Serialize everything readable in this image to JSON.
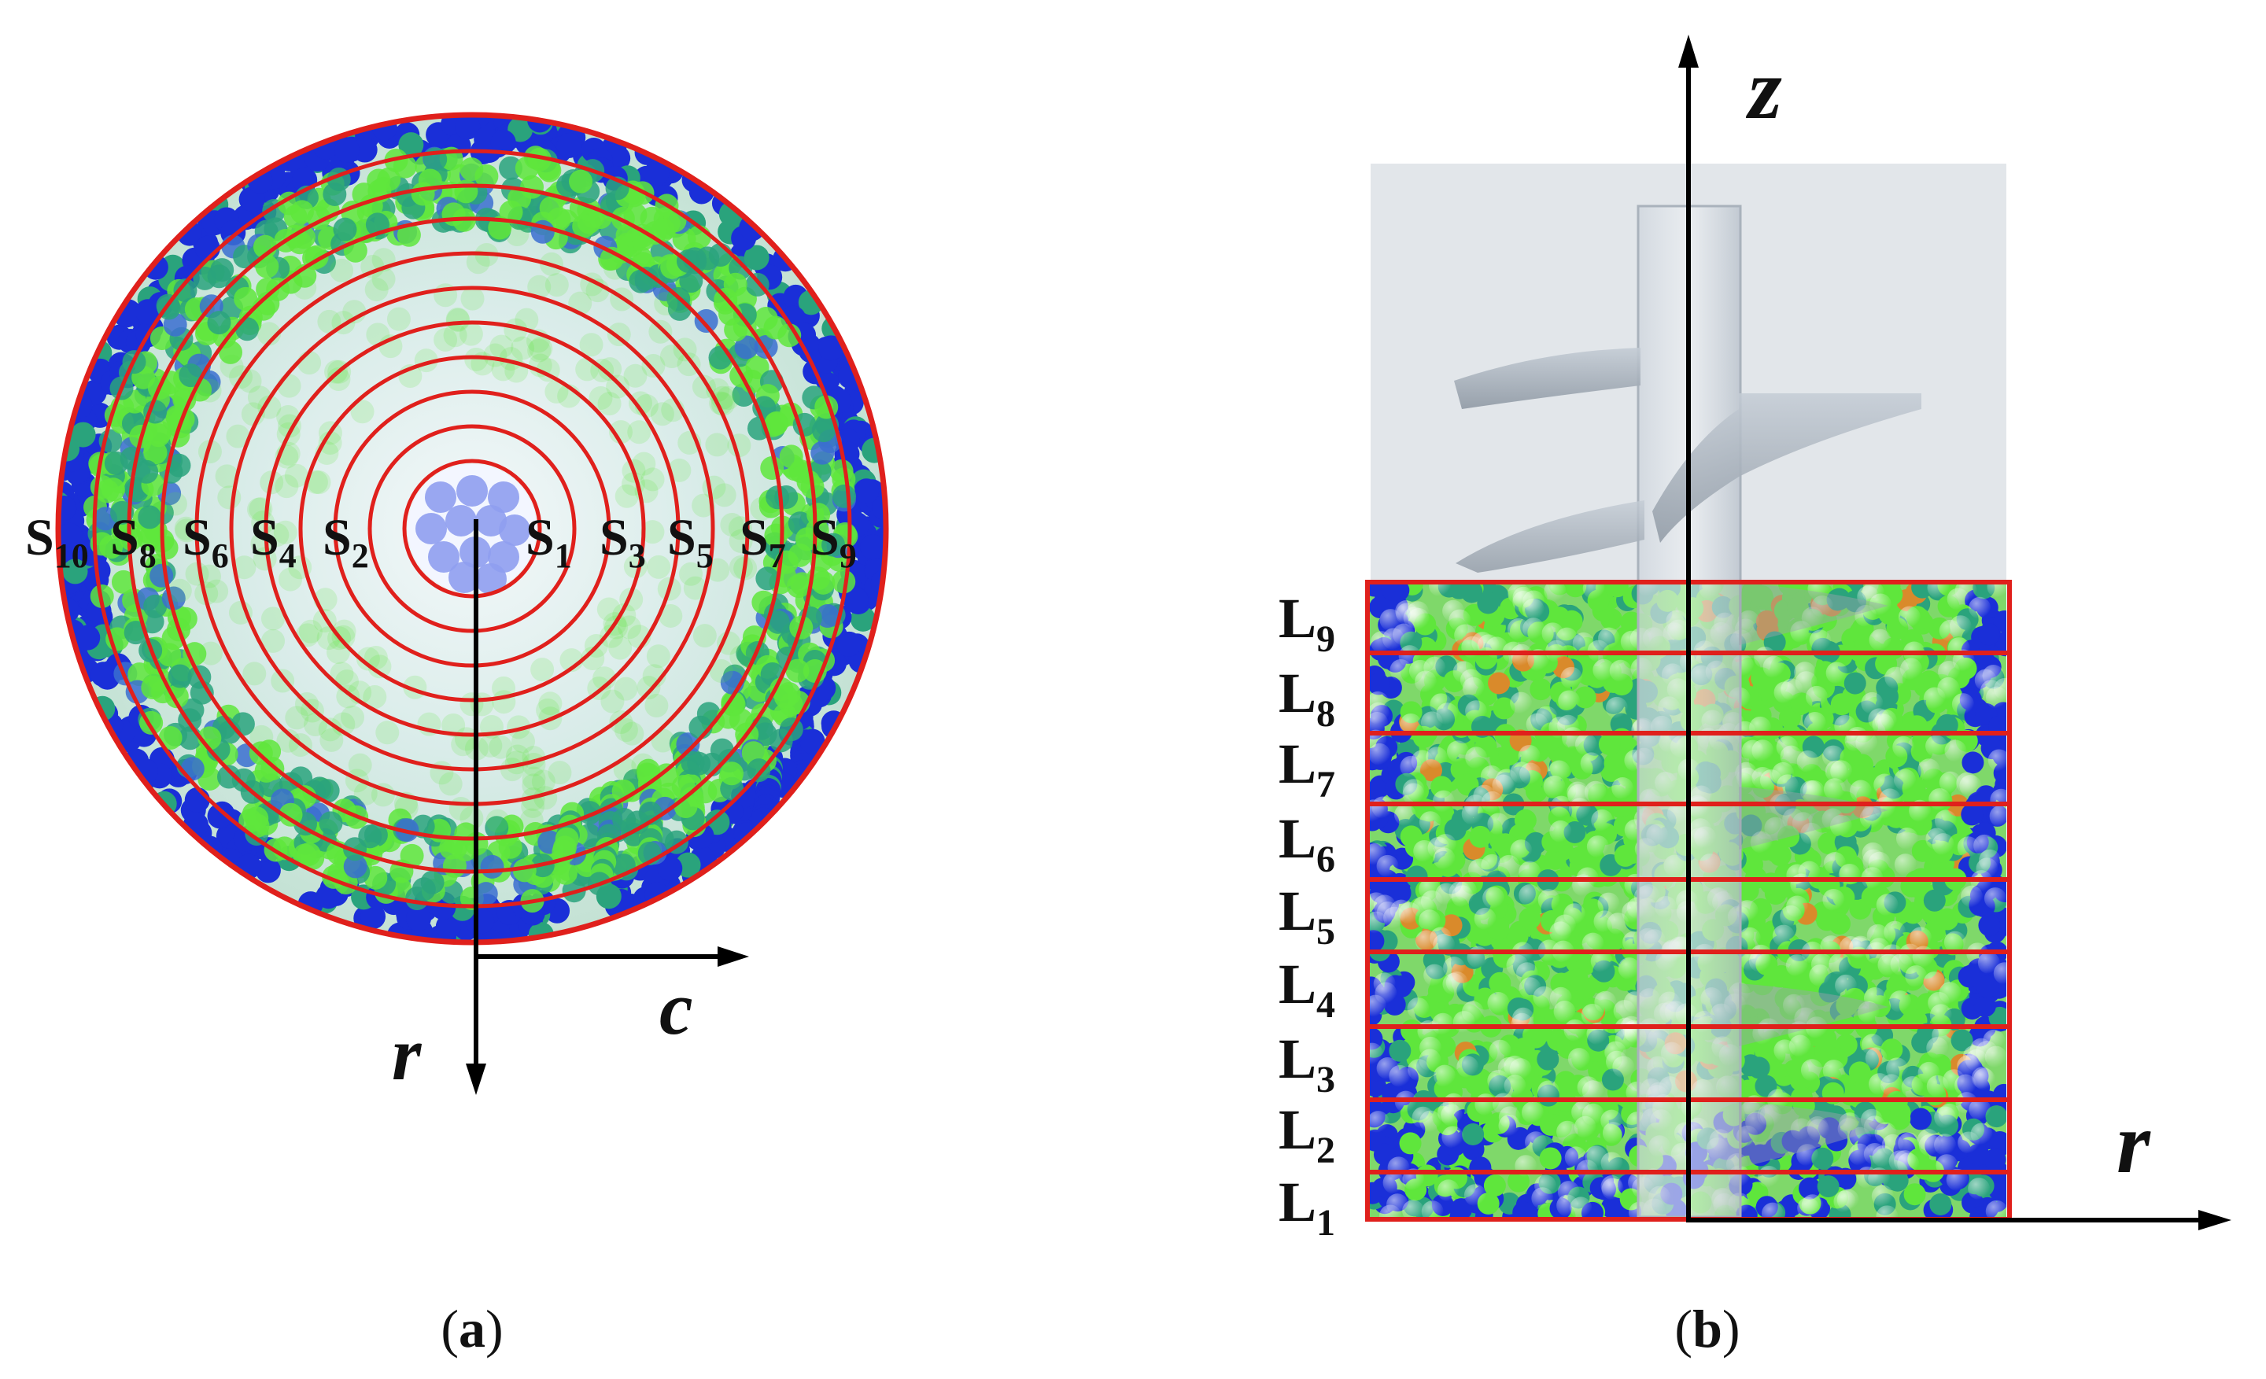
{
  "panel_a": {
    "caption_open": "(",
    "caption_letter": "a",
    "caption_close": ")",
    "axis_r": "r",
    "axis_c": "c",
    "sections": [
      {
        "base": "S",
        "sub": "10"
      },
      {
        "base": "S",
        "sub": "8"
      },
      {
        "base": "S",
        "sub": "6"
      },
      {
        "base": "S",
        "sub": "4"
      },
      {
        "base": "S",
        "sub": "2"
      },
      {
        "base": "S",
        "sub": "1"
      },
      {
        "base": "S",
        "sub": "3"
      },
      {
        "base": "S",
        "sub": "5"
      },
      {
        "base": "S",
        "sub": "7"
      },
      {
        "base": "S",
        "sub": "9"
      }
    ]
  },
  "panel_b": {
    "caption_open": "(",
    "caption_letter": "b",
    "caption_close": ")",
    "axis_z": "z",
    "axis_r": "r",
    "layers": [
      {
        "base": "L",
        "sub": "9"
      },
      {
        "base": "L",
        "sub": "8"
      },
      {
        "base": "L",
        "sub": "7"
      },
      {
        "base": "L",
        "sub": "6"
      },
      {
        "base": "L",
        "sub": "5"
      },
      {
        "base": "L",
        "sub": "4"
      },
      {
        "base": "L",
        "sub": "3"
      },
      {
        "base": "L",
        "sub": "2"
      },
      {
        "base": "L",
        "sub": "1"
      }
    ]
  },
  "colors": {
    "boundary": "#e0201c",
    "wall_particles": "#1a2fd8",
    "bulk_particles": "#5fe63c",
    "mid_particles": "#2aa37c",
    "container": "#dde3ea",
    "screw": "#a9b2bd"
  }
}
